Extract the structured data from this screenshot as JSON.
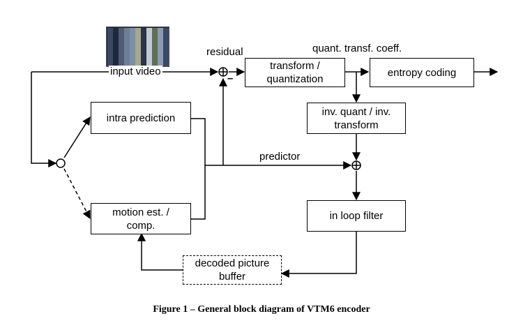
{
  "blocks": {
    "transform": [
      "transform /",
      "quantization"
    ],
    "entropy": [
      "entropy coding"
    ],
    "intra": [
      "intra prediction"
    ],
    "inv": [
      "inv. quant / inv.",
      "transform"
    ],
    "motion": [
      "motion est. /",
      "comp."
    ],
    "loop": [
      "in loop filter"
    ],
    "dpb": [
      "decoded picture",
      "buffer"
    ]
  },
  "labels": {
    "input_video": "input video",
    "residual": "residual",
    "quant_coeff": "quant. transf. coeff.",
    "predictor": "predictor",
    "minus_sign": "–"
  },
  "caption": "Figure 1 – General block diagram of VTM6 encoder",
  "colors": {
    "stroke": "#000000",
    "thumbnail_bg": "#1b2433"
  },
  "icons": {
    "input_thumbnail": "video-frames-mosaic"
  }
}
